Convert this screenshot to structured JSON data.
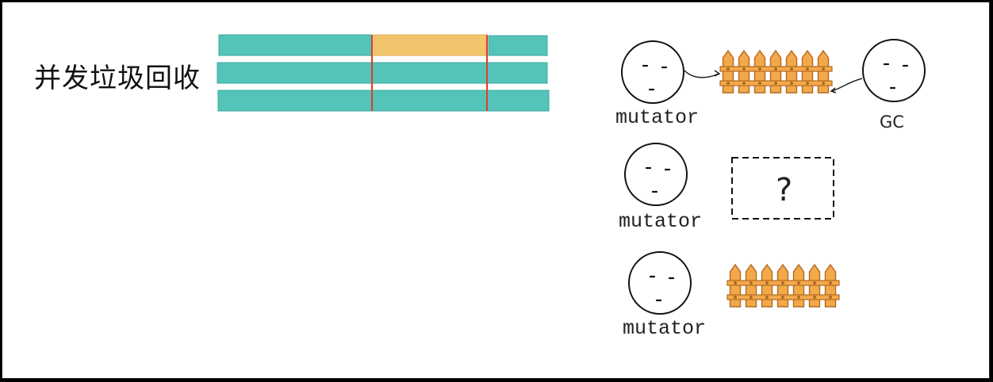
{
  "title": "并发垃圾回收",
  "colors": {
    "teal": "#55c4b8",
    "yellow": "#f2c46c",
    "red_marker": "#e23b2a",
    "fence_fill": "#f3a94b",
    "fence_dot": "#b36a20"
  },
  "timeline": {
    "rows": 3,
    "markers": 2,
    "highlight": "yellow segment on first row between markers"
  },
  "actors": [
    {
      "label": "mutator",
      "icon": "face-icon",
      "barrier": "fence"
    },
    {
      "label": "mutator",
      "icon": "face-icon",
      "barrier": "unknown"
    },
    {
      "label": "mutator",
      "icon": "face-icon",
      "barrier": "fence"
    }
  ],
  "gc": {
    "label": "GC",
    "icon": "face-icon"
  },
  "unknown_box": {
    "text": "?"
  }
}
